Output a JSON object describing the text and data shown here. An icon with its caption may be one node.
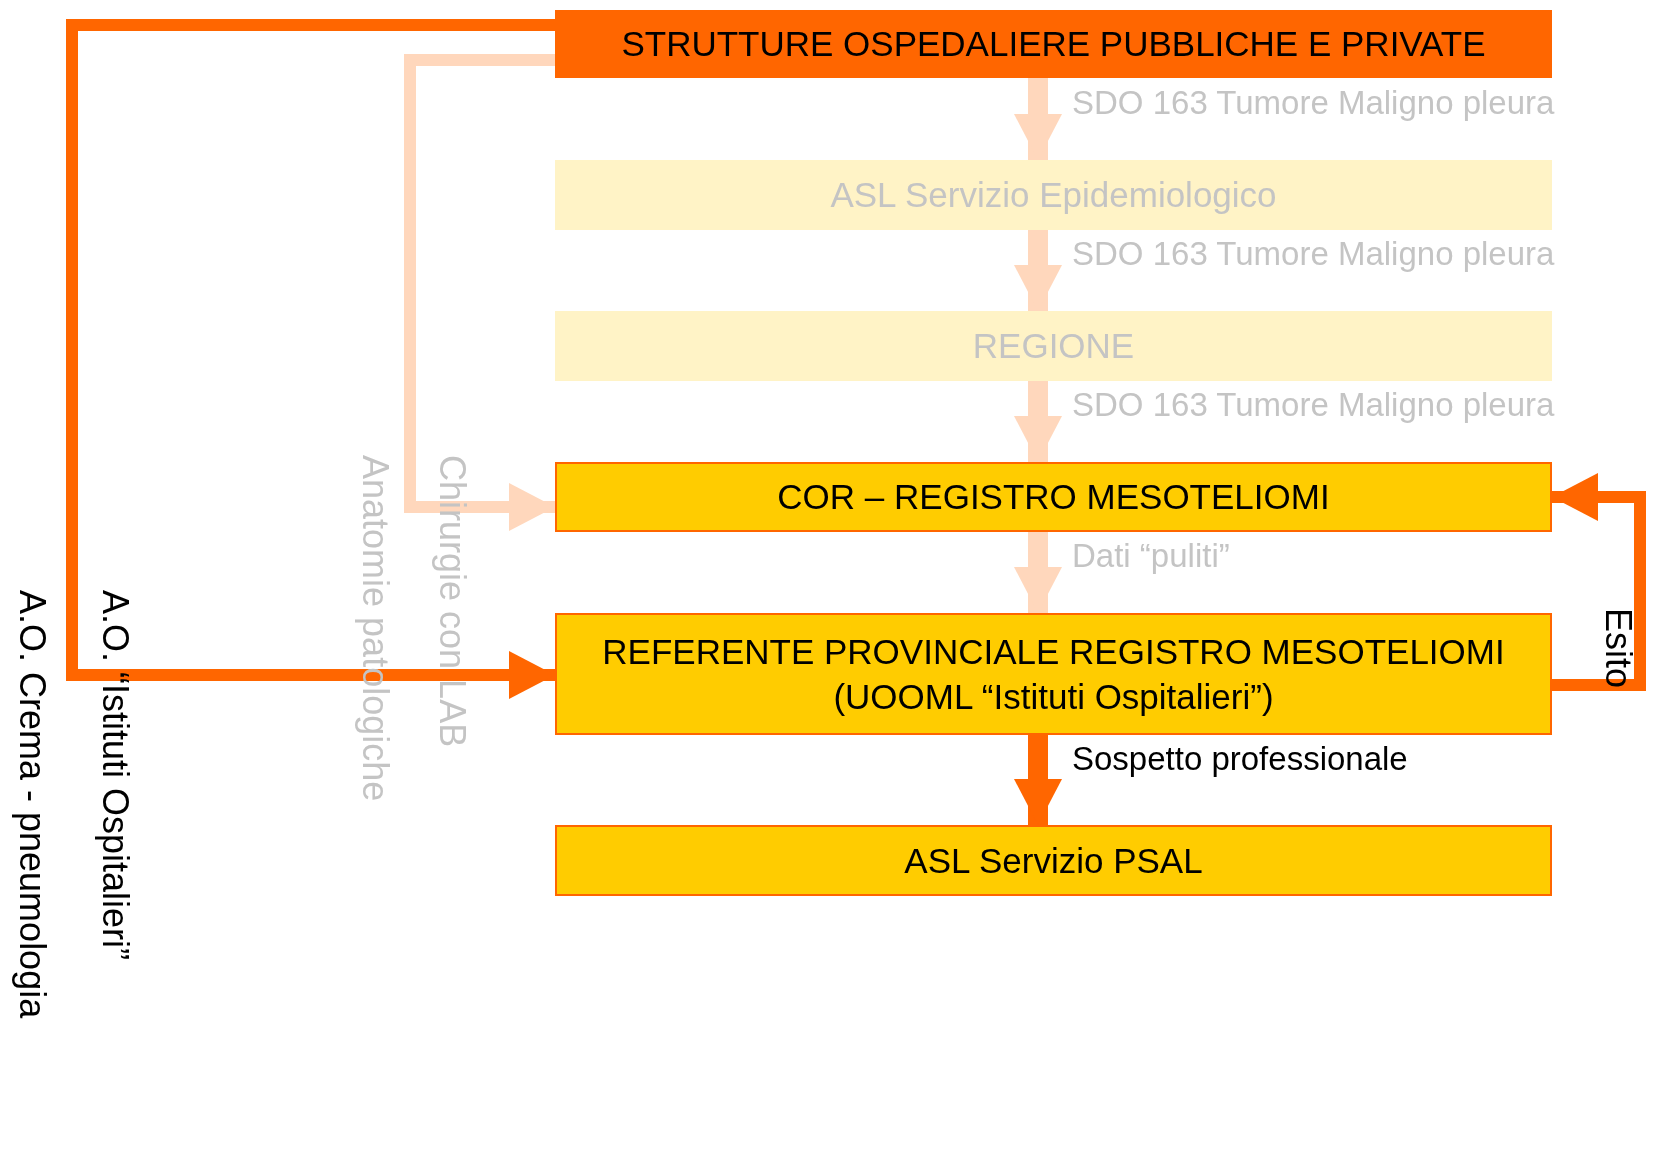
{
  "diagram": {
    "nodes": [
      {
        "text": [
          "STRUTTURE OSPEDALIERE PUBBLICHE  E PRIVATE"
        ]
      },
      {
        "text": [
          "ASL Servizio Epidemiologico"
        ]
      },
      {
        "text": [
          "REGIONE"
        ]
      },
      {
        "text": [
          "COR – REGISTRO MESOTELIOMI"
        ]
      },
      {
        "text": [
          "REFERENTE PROVINCIALE REGISTRO MESOTELIOMI (UOOML “Istituti Ospitalieri”)"
        ]
      },
      {
        "text": [
          "ASL Servizio PSAL"
        ]
      }
    ],
    "edges": [
      {
        "from": 0,
        "to": 1,
        "arrow": "to",
        "label": "SDO 163 Tumore Maligno pleura"
      },
      {
        "from": 1,
        "to": 2,
        "arrow": "to",
        "label": "SDO 163 Tumore Maligno pleura"
      },
      {
        "from": 2,
        "to": 3,
        "arrow": "to",
        "label": "SDO 163 Tumore Maligno pleura"
      },
      {
        "from": 3,
        "to": 4,
        "arrow": "to",
        "label": "Dati “puliti”"
      },
      {
        "from": 4,
        "to": 5,
        "arrow": "to",
        "label": "Sospetto professionale",
        "color": "#ff6600"
      },
      {
        "from": 0,
        "to": 4,
        "arrow": "to",
        "color": "#ff6600"
      },
      {
        "from": 0,
        "to": 3,
        "arrow": "to"
      },
      {
        "from": 4,
        "to": 3,
        "arrow": "to",
        "label": "Esito",
        "color": "#ff6600"
      }
    ],
    "labels": [
      "A.O. Crema - pneumologia",
      "A.O. “Istituti Ospitalieri”",
      "Anatomie patologiche",
      "Chirurgie con LAB"
    ]
  }
}
